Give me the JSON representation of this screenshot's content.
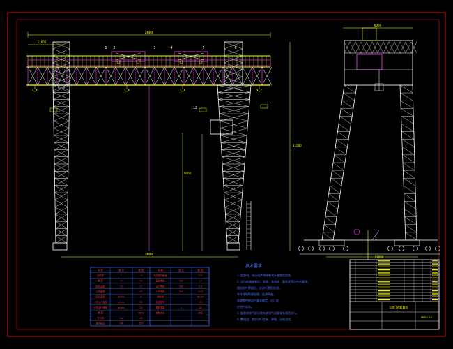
{
  "colors": {
    "background": "#000000",
    "frame": "#d01010",
    "structure": "#ffffff",
    "girder": "#ffff00",
    "trolley": "#ff40ff",
    "dimension": "#ffff00",
    "centerline": "#ff40ff",
    "table_line": "#3060ff",
    "table_text": "#ff3030",
    "notes_text": "#5070ff",
    "titleblock_line": "#ffffff",
    "titleblock_text": "#ffff00",
    "cyan": "#00d8d8"
  },
  "front_view": {
    "dim_top_span": "24400",
    "dim_left_cantilever": "11000",
    "dim_height": "11000",
    "dim_inner_height": "9000",
    "dim_base": "24000",
    "balloons": [
      "1",
      "2",
      "3",
      "4",
      "5",
      "6",
      "11",
      "12"
    ]
  },
  "side_view": {
    "dim_top": "6000",
    "dim_base": "12000"
  },
  "notes": {
    "title": "技术要求",
    "items": [
      "1. 起重机、电动葫芦等按有关标准制造验收。",
      "2. 运行轨道安装后，轨距、直线度、高低差等应符合要求，",
      "   钢结构件焊接后，应进行整形处理，",
      "   并作除锈防腐处理，面漆两遍，",
      "   面漆颜色按用户要求确定，出厂前",
      "   应进行试车。",
      "3. 起重机电气部分按有关电气设备安装规范执行。",
      "4. 整机出厂前应进行空载、静载、动载试验。"
    ]
  },
  "spec_table": {
    "header_left": [
      "名 称",
      "单 位",
      "数 值"
    ],
    "header_right": [
      "名 称",
      "单 位",
      "数 值"
    ],
    "rows_left": [
      [
        "起重量",
        "t",
        "10"
      ],
      [
        "跨 度",
        "m",
        "24"
      ],
      [
        "起升高度",
        "m",
        "11"
      ],
      [
        "工作级别",
        "",
        "A5"
      ],
      [
        "起升速度",
        "m/min",
        "8"
      ],
      [
        "小车运行速度",
        "m/min",
        "20"
      ],
      [
        "大车运行速度",
        "m/min",
        "20"
      ],
      [
        "电 源",
        "",
        "380V"
      ],
      [
        "总功率",
        "kW",
        "38"
      ],
      [
        "最大轮压",
        "kN",
        "120"
      ]
    ],
    "rows_right": [
      [
        "电动葫芦型号",
        "",
        "CD1"
      ],
      [
        "起升电机",
        "kW",
        "13"
      ],
      [
        "运行电机",
        "kW",
        "0.8"
      ],
      [
        "大车电机",
        "kW",
        "2×3"
      ],
      [
        "钢丝绳",
        "",
        "6×37"
      ],
      [
        "轨道型号",
        "",
        "P43"
      ],
      [
        "整机重量",
        "t",
        "28"
      ],
      [
        "控制方式",
        "",
        "地操"
      ],
      [
        "",
        "",
        ""
      ],
      [
        "",
        "",
        ""
      ]
    ]
  },
  "title_block": {
    "drawing_title": "10t门式起重机",
    "drawing_no": "MH10-24",
    "parts_rows": 14
  }
}
